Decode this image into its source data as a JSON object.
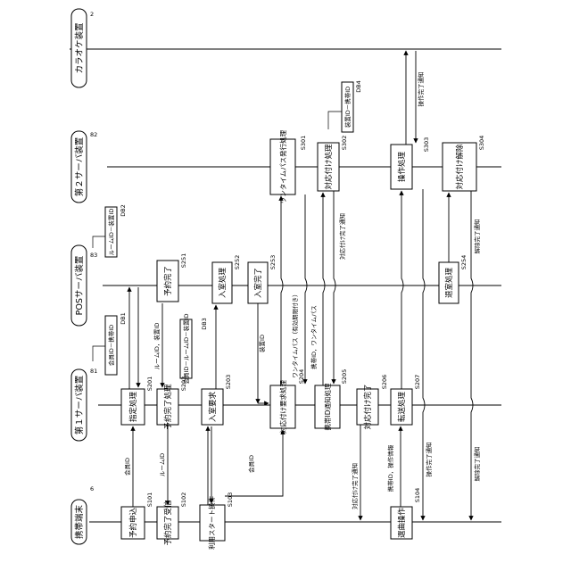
{
  "lanes": {
    "karaoke": {
      "name": "カラオケ装置",
      "ref": "2"
    },
    "server2": {
      "name": "第２サーバ装置",
      "ref": "82"
    },
    "pos": {
      "name": "POSサーバ装置",
      "ref": "83"
    },
    "server1": {
      "name": "第１サーバ装置",
      "ref": "81"
    },
    "mobile": {
      "name": "携帯端末",
      "ref": "6"
    }
  },
  "databases": {
    "db1": {
      "name": "DB1",
      "content": "会員ID－携帯ID"
    },
    "db2": {
      "name": "DB2",
      "content": "ルームID－装置ID"
    },
    "db3": {
      "name": "DB3",
      "content": "会員ID－ルームID－装置ID"
    },
    "db4": {
      "name": "DB4",
      "content": "装置ID－携帯ID"
    }
  },
  "steps": {
    "s101": {
      "label": "予約申込",
      "code": "S101"
    },
    "s102": {
      "label": "予約完了受信",
      "code": "S102"
    },
    "s103": {
      "label": "利用スタート操作",
      "code": "S103"
    },
    "s104": {
      "label": "選曲操作",
      "code": "S104"
    },
    "s201": {
      "label": "指定処理",
      "code": "S201"
    },
    "s202": {
      "label": "予約完了処理",
      "code": "S202"
    },
    "s203": {
      "label": "入室要求",
      "code": "S203"
    },
    "s204": {
      "label": "対応付け要求処理",
      "code": "S204"
    },
    "s205": {
      "label": "携帯ID通知処理",
      "code": "S205"
    },
    "s206": {
      "label": "対応付け完了",
      "code": "S206"
    },
    "s207": {
      "label": "転送処理",
      "code": "S207"
    },
    "s251": {
      "label": "予約完了",
      "code": "S251"
    },
    "s252": {
      "label": "入室処理",
      "code": "S252"
    },
    "s253": {
      "label": "入室完了",
      "code": "S253"
    },
    "s254": {
      "label": "退室処理",
      "code": "S254"
    },
    "s301": {
      "label": "ワンタイムパス発行処理",
      "code": "S301"
    },
    "s302": {
      "label": "対応付け処理",
      "code": "S302"
    },
    "s303": {
      "label": "操作処理",
      "code": "S303"
    },
    "s304": {
      "label": "対応付け解除",
      "code": "S304"
    }
  },
  "messages": {
    "member_id_1": "会員ID",
    "room_id": "ルームID",
    "room_device_id": "ルームID，装置ID",
    "member_id_2": "会員ID",
    "device_id": "装置ID",
    "one_time_pass_valid": "ワンタイムパス（有効期限付き）",
    "mobile_id_one_time_pass": "携帯ID，ワンタイムパス",
    "link_done_1": "対応付け完了通知",
    "link_done_2": "対応付け完了通知",
    "mobile_id_op_info": "携帯ID，操作情報",
    "op_done_1": "操作完了通知",
    "op_done_2": "操作完了通知",
    "release_done_1": "解除完了通知",
    "release_done_2": "解除完了通知"
  }
}
